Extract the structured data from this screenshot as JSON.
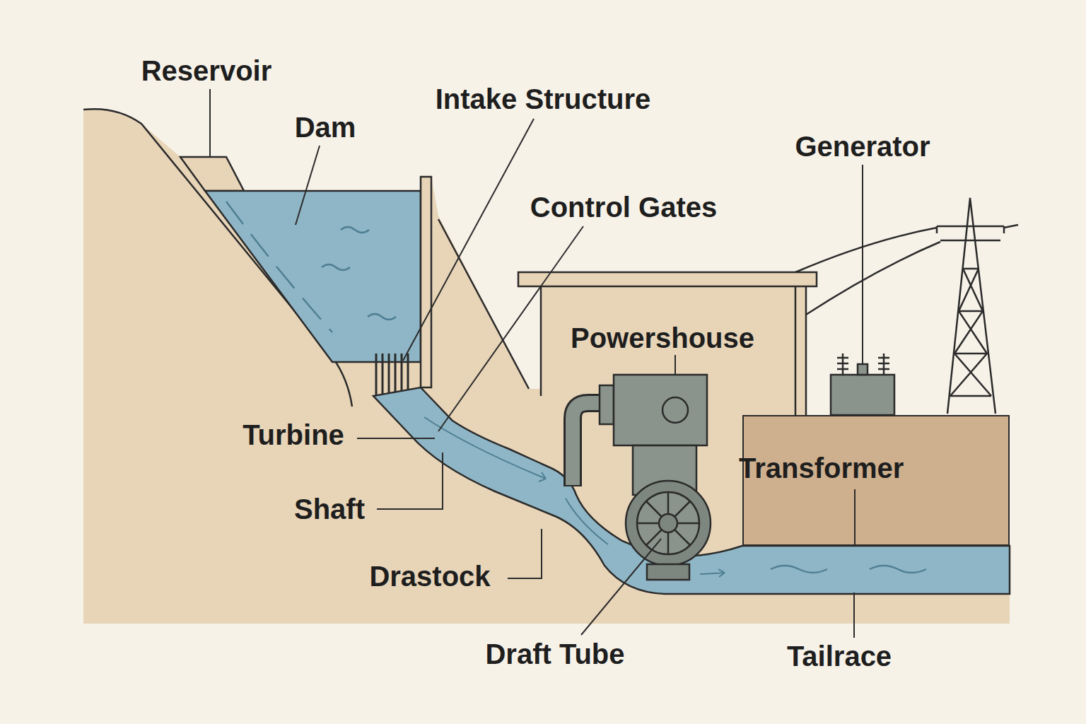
{
  "diagram": {
    "nodes": [
      {
        "text": [
          "Powershouse"
        ]
      },
      {
        "text": [
          "Transformer"
        ]
      }
    ],
    "labels": [
      "Reservoir",
      "Dam",
      "Intake Structure",
      "Generator",
      "Control Gates",
      "Turbine",
      "Shaft",
      "Drastock",
      "Draft Tube",
      "Tailrace"
    ]
  }
}
